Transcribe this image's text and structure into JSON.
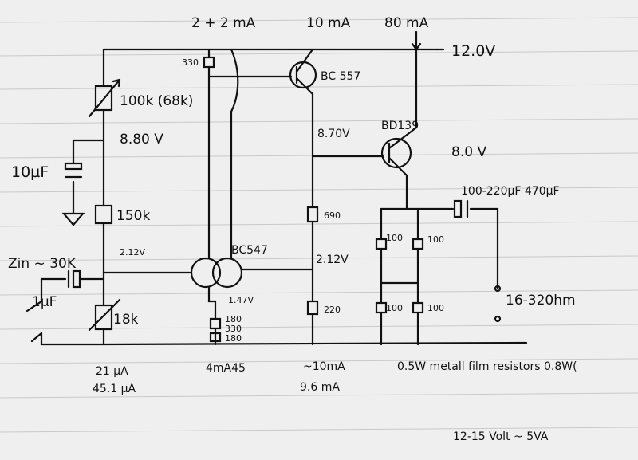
{
  "supply": {
    "rail_voltage": "12.0V",
    "current_bias": "2 + 2 mA",
    "current_bc557": "10 mA",
    "current_output": "80 mA",
    "psu_note": "12-15 Volt ~ 5VA"
  },
  "components": {
    "r330": "330",
    "pot_100k": "100k (68k)",
    "node_top_v": "8.80 V",
    "cap_10uf": "10µF",
    "r150k": "150k",
    "zin": "Zin ~ 30K",
    "node_mid_v": "2.12V",
    "cap_1uf": "1µF",
    "r18k": "18k",
    "bc547": "BC547",
    "emitter_v": "1.47V",
    "r_emitter_a": "180",
    "r_emitter_b": "330",
    "r_emitter_c": "180",
    "bc557": "BC 557",
    "collector_v": "8.70V",
    "r690": "690",
    "node_mid_v2": "2.12V",
    "r220": "220",
    "bd139": "BD139",
    "out_v": "8.0 V",
    "cap_out": "100-220µF 470µF",
    "r_par_1": "100",
    "r_par_2": "100",
    "r_par_3": "100",
    "r_par_4": "100",
    "load": "16-320hm"
  },
  "bottom": {
    "i_bias_1": "21 µA",
    "i_bias_2": "45.1 µA",
    "i_emitter": "4mA45",
    "i_stage_1": "~10mA",
    "i_stage_2": "9.6 mA",
    "resistor_note": "0.5W metall film resistors 0.8W("
  },
  "colors": {
    "paper": "#efefef",
    "ink": "#111111"
  }
}
